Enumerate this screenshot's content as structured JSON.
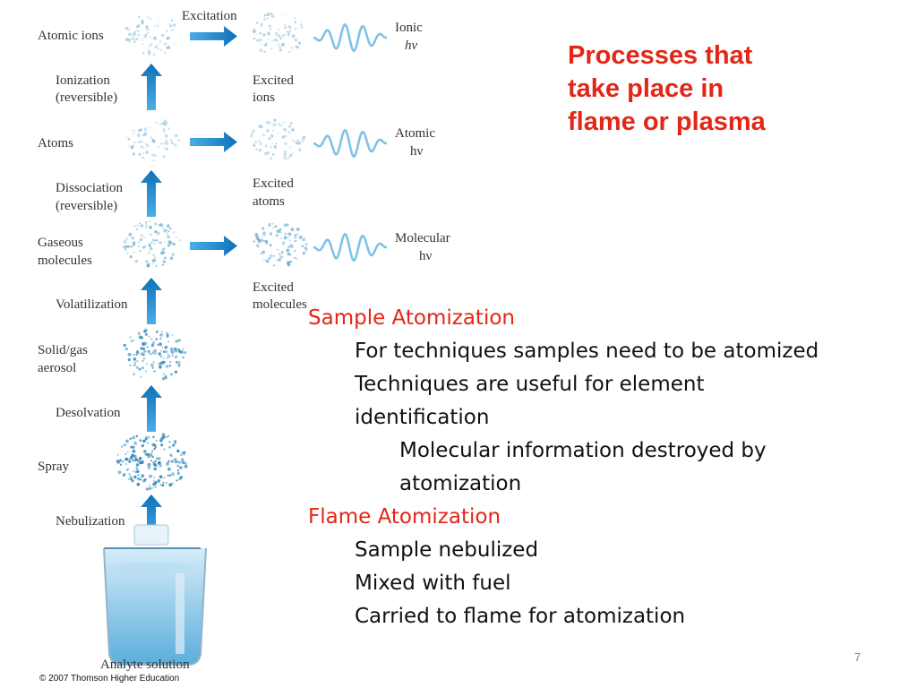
{
  "diagram": {
    "stages": [
      {
        "label": "Atomic ions"
      },
      {
        "label": "Ionization"
      },
      {
        "label": "(reversible)"
      },
      {
        "label": "Atoms"
      },
      {
        "label": "Dissociation"
      },
      {
        "label": "(reversible)"
      },
      {
        "label": "Gaseous"
      },
      {
        "label": "molecules"
      },
      {
        "label": "Volatilization"
      },
      {
        "label": "Solid/gas"
      },
      {
        "label": "aerosol"
      },
      {
        "label": "Desolvation"
      },
      {
        "label": "Spray"
      },
      {
        "label": "Nebulization"
      },
      {
        "label": "Analyte solution"
      }
    ],
    "excitation": "Excitation",
    "excited": [
      {
        "line1": "Excited",
        "line2": "ions"
      },
      {
        "line1": "Excited",
        "line2": "atoms"
      },
      {
        "line1": "Excited",
        "line2": "molecules"
      }
    ],
    "emission": [
      {
        "name": "Ionic",
        "hv": "hν"
      },
      {
        "name": "Atomic",
        "hv": "hν"
      },
      {
        "name": "Molecular",
        "hv": "hν"
      }
    ],
    "copyright": "© 2007 Thomson Higher Education"
  },
  "title_lines": [
    "Processes that",
    "take place in",
    "flame or plasma"
  ],
  "bullets": {
    "sample_heading": "Sample Atomization",
    "sample_1": "For techniques samples need to be atomized",
    "sample_2a": "Techniques are useful for element",
    "sample_2b": "identification",
    "sample_3a": "Molecular information destroyed by",
    "sample_3b": "atomization",
    "flame_heading": "Flame Atomization",
    "flame_1": "Sample nebulized",
    "flame_2": "Mixed with fuel",
    "flame_3": "Carried to flame for atomization"
  },
  "page_number": "7",
  "colors": {
    "title": "#e32617",
    "arrow": "#1e8ad0",
    "wave": "#7ec1e6",
    "particle": "#2a86b8"
  }
}
